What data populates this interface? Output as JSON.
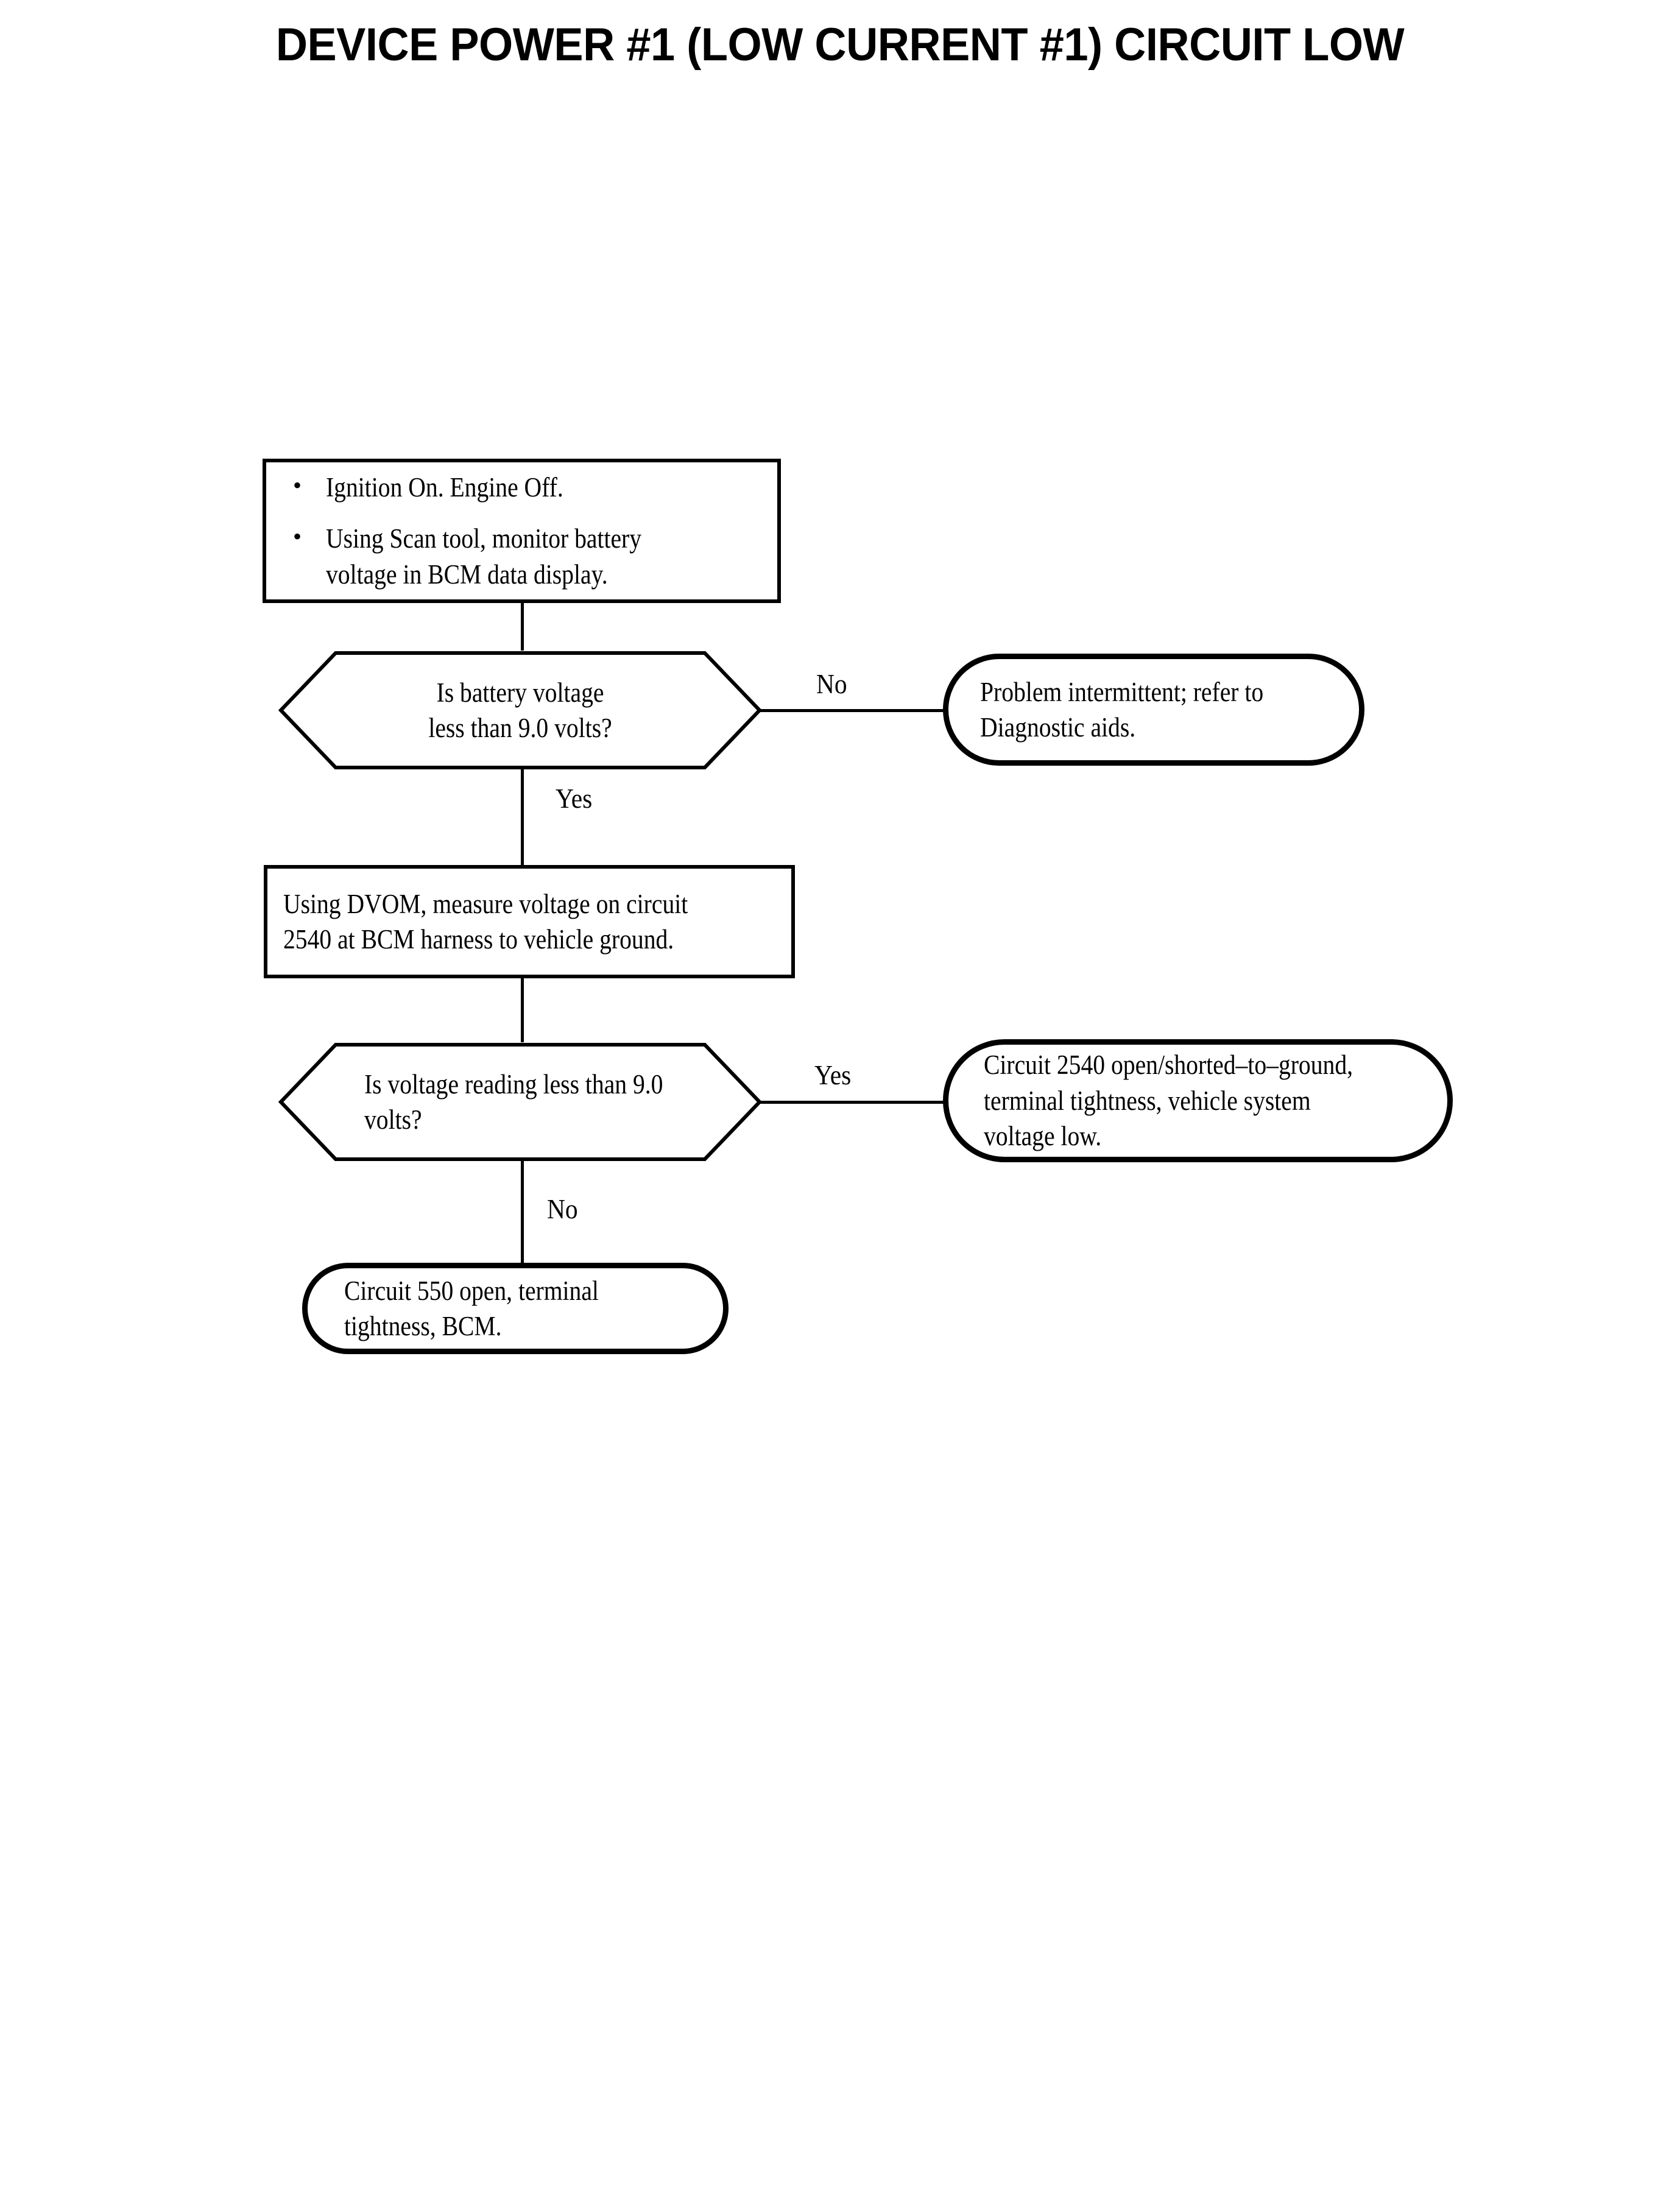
{
  "document": {
    "title": "DEVICE POWER #1 (LOW CURRENT #1) CIRCUIT LOW"
  },
  "colors": {
    "ink": "#000000",
    "paper": "#ffffff"
  },
  "flowchart": {
    "type": "diagnostic-flowchart",
    "nodes": [
      {
        "id": "step-1",
        "shape": "process",
        "bullets": [
          "Ignition On. Engine Off.",
          "Using Scan tool, monitor battery\nvoltage in BCM data display."
        ]
      },
      {
        "id": "decision-1",
        "shape": "hexagon",
        "text": "Is battery voltage\nless than 9.0 volts?"
      },
      {
        "id": "terminator-1",
        "shape": "stadium",
        "text": "Problem intermittent; refer to\nDiagnostic aids."
      },
      {
        "id": "step-2",
        "shape": "process",
        "text": "Using DVOM, measure voltage on circuit\n2540 at BCM harness to vehicle ground."
      },
      {
        "id": "decision-2",
        "shape": "hexagon",
        "text": "Is voltage reading less than 9.0\nvolts?"
      },
      {
        "id": "terminator-2",
        "shape": "stadium",
        "text": "Circuit 2540 open/shorted–to–ground,\nterminal tightness, vehicle system\nvoltage low."
      },
      {
        "id": "terminator-3",
        "shape": "stadium",
        "text": "Circuit 550 open, terminal\ntightness, BCM."
      }
    ],
    "branch_labels": {
      "decision_1_no": "No",
      "decision_1_yes": "Yes",
      "decision_2_yes": "Yes",
      "decision_2_no": "No"
    },
    "bullet_glyph": "•"
  }
}
